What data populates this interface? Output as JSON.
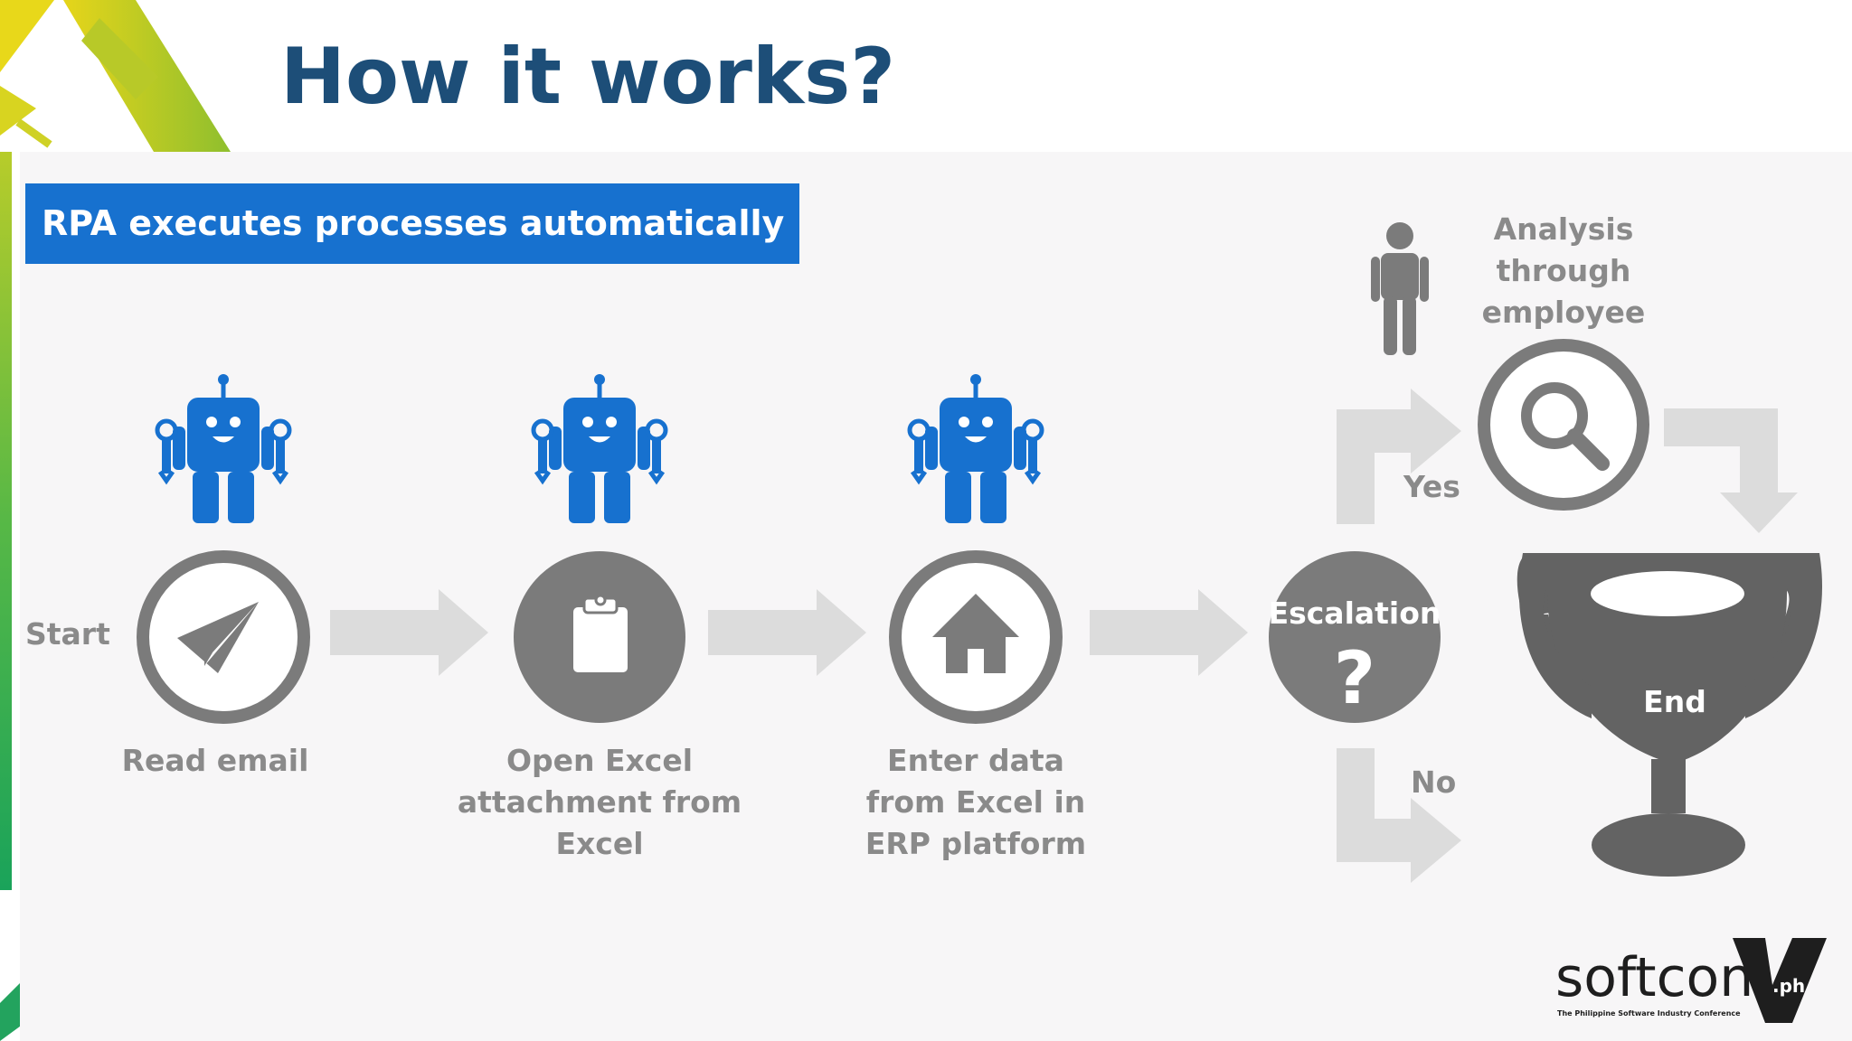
{
  "slide": {
    "title": "How it works?",
    "banner": "RPA executes processes automatically"
  },
  "flow": {
    "start_label": "Start",
    "steps": [
      {
        "icon": "paper-plane-icon",
        "lines": [
          "Read email"
        ]
      },
      {
        "icon": "clipboard-icon",
        "lines": [
          "Open Excel",
          "attachment from",
          "Excel"
        ]
      },
      {
        "icon": "home-icon",
        "lines": [
          "Enter data",
          "from Excel in",
          "ERP platform"
        ]
      }
    ],
    "decision": {
      "label": "Escalation",
      "symbol": "?"
    },
    "yes_label": "Yes",
    "no_label": "No",
    "analysis_lines": [
      "Analysis",
      "through",
      "employee"
    ],
    "end_label": "End"
  },
  "logo": {
    "name": "softcon",
    "suffix": ".ph",
    "tagline": "The Philippine Software Industry Conference"
  },
  "colors": {
    "title": "#1d4e78",
    "banner": "#1771cf",
    "robot": "#1771cf",
    "icon_gray": "#7b7b7b",
    "arrow_gray": "#dcdcdc",
    "label_gray": "#8a8a8a",
    "panel": "#f7f6f7"
  }
}
